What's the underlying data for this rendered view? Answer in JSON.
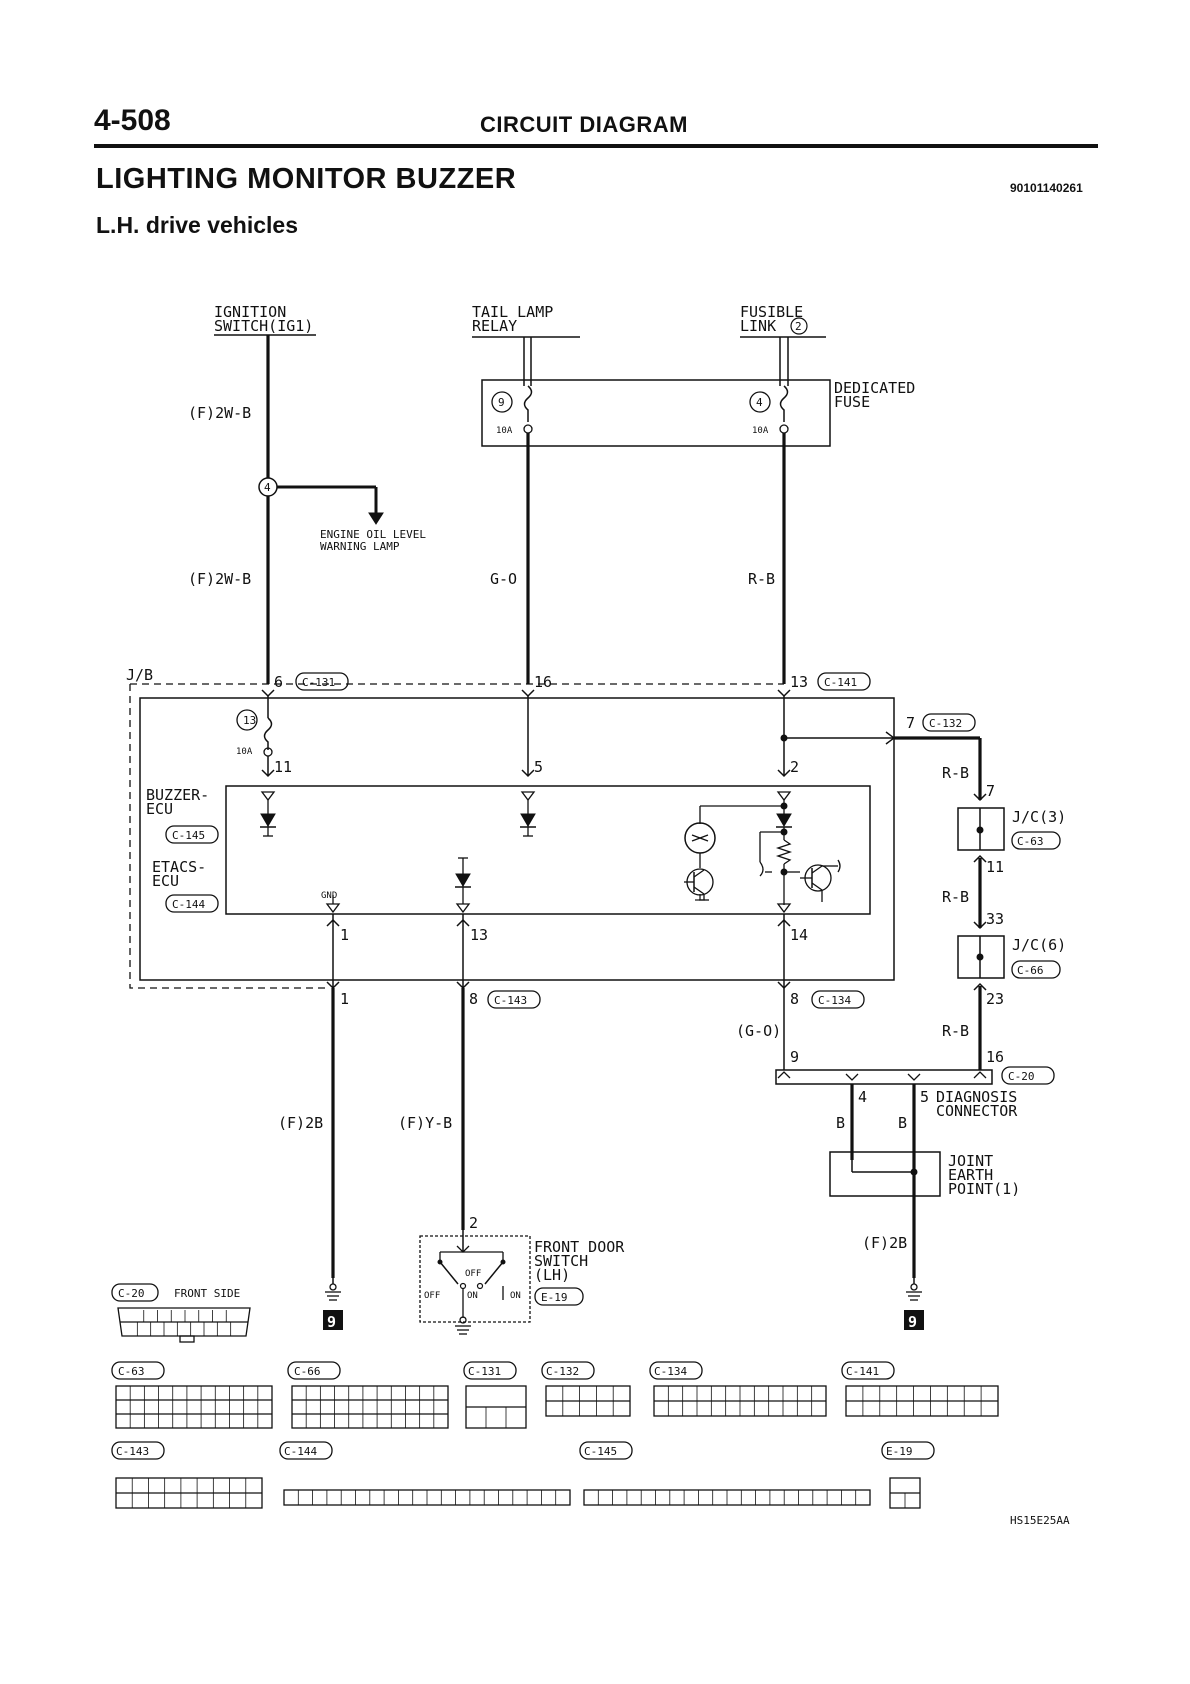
{
  "header": {
    "page_number": "4-508",
    "section": "CIRCUIT DIAGRAM",
    "title": "LIGHTING MONITOR BUZZER",
    "doc_id": "90101140261",
    "subtitle": "L.H. drive vehicles"
  },
  "sources": {
    "ignition_1": "IGNITION",
    "ignition_2": "SWITCH(IG1)",
    "tail_1": "TAIL LAMP",
    "tail_2": "RELAY",
    "fusible_1": "FUSIBLE",
    "fusible_2": "LINK",
    "fusible_num": "2"
  },
  "dedicated_fuse": {
    "label_1": "DEDICATED",
    "label_2": "FUSE",
    "fuse_a_num": "9",
    "fuse_a_rating": "10A",
    "fuse_b_num": "4",
    "fuse_b_rating": "10A"
  },
  "wires": {
    "w1": "(F)2W-B",
    "w2": "(F)2W-B",
    "go": "G-O",
    "rb": "R-B",
    "rb2": "R-B",
    "rb3": "R-B",
    "rb4": "R-B",
    "go_paren": "(G-O)",
    "f2b": "(F)2B",
    "fyb": "(F)Y-B",
    "b1": "B",
    "b2": "B",
    "f2b_right": "(F)2B"
  },
  "junction": {
    "num": "4",
    "engine_oil_1": "ENGINE OIL LEVEL",
    "engine_oil_2": "WARNING LAMP"
  },
  "jb": {
    "label": "J/B",
    "fuse_num": "13",
    "fuse_rating": "10A",
    "buzzer_1": "BUZZER-",
    "buzzer_2": "ECU",
    "buzzer_conn": "C-145",
    "etacs_1": "ETACS-",
    "etacs_2": "ECU",
    "etacs_conn": "C-144",
    "gnd": "GND"
  },
  "pins": {
    "p6": "6",
    "c131": "C-131",
    "p16": "16",
    "p13a": "13",
    "c141": "C-141",
    "p7": "7",
    "c132": "C-132",
    "p11": "11",
    "p5": "5",
    "p2": "2",
    "p1a": "1",
    "p13b": "13",
    "p14": "14",
    "p1b": "1",
    "p8a": "8",
    "c143": "C-143",
    "p8b": "8",
    "c134": "C-134",
    "p7b": "7",
    "p11b": "11",
    "p33": "33",
    "p23": "23",
    "p9": "9",
    "p16b": "16",
    "c20": "C-20",
    "p4": "4",
    "p5b": "5",
    "p2b": "2"
  },
  "jc": {
    "jc3": "J/C(3)",
    "c63": "C-63",
    "jc6": "J/C(6)",
    "c66": "C-66"
  },
  "diagnosis": {
    "label_1": "DIAGNOSIS",
    "label_2": "CONNECTOR"
  },
  "earth": {
    "label_1": "JOINT",
    "label_2": "EARTH",
    "label_3": "POINT(1)",
    "ground_num": "9"
  },
  "door_switch": {
    "label_1": "FRONT DOOR",
    "label_2": "SWITCH",
    "label_3": "(LH)",
    "conn": "E-19",
    "off": "OFF",
    "on": "ON"
  },
  "connectors": {
    "c20_front": "FRONT SIDE",
    "c20": "C-20",
    "c63": "C-63",
    "c66": "C-66",
    "c131": "C-131",
    "c132": "C-132",
    "c134": "C-134",
    "c141": "C-141",
    "c143": "C-143",
    "c144": "C-144",
    "c145": "C-145",
    "e19": "E-19"
  },
  "figure_code": "HS15E25AA"
}
